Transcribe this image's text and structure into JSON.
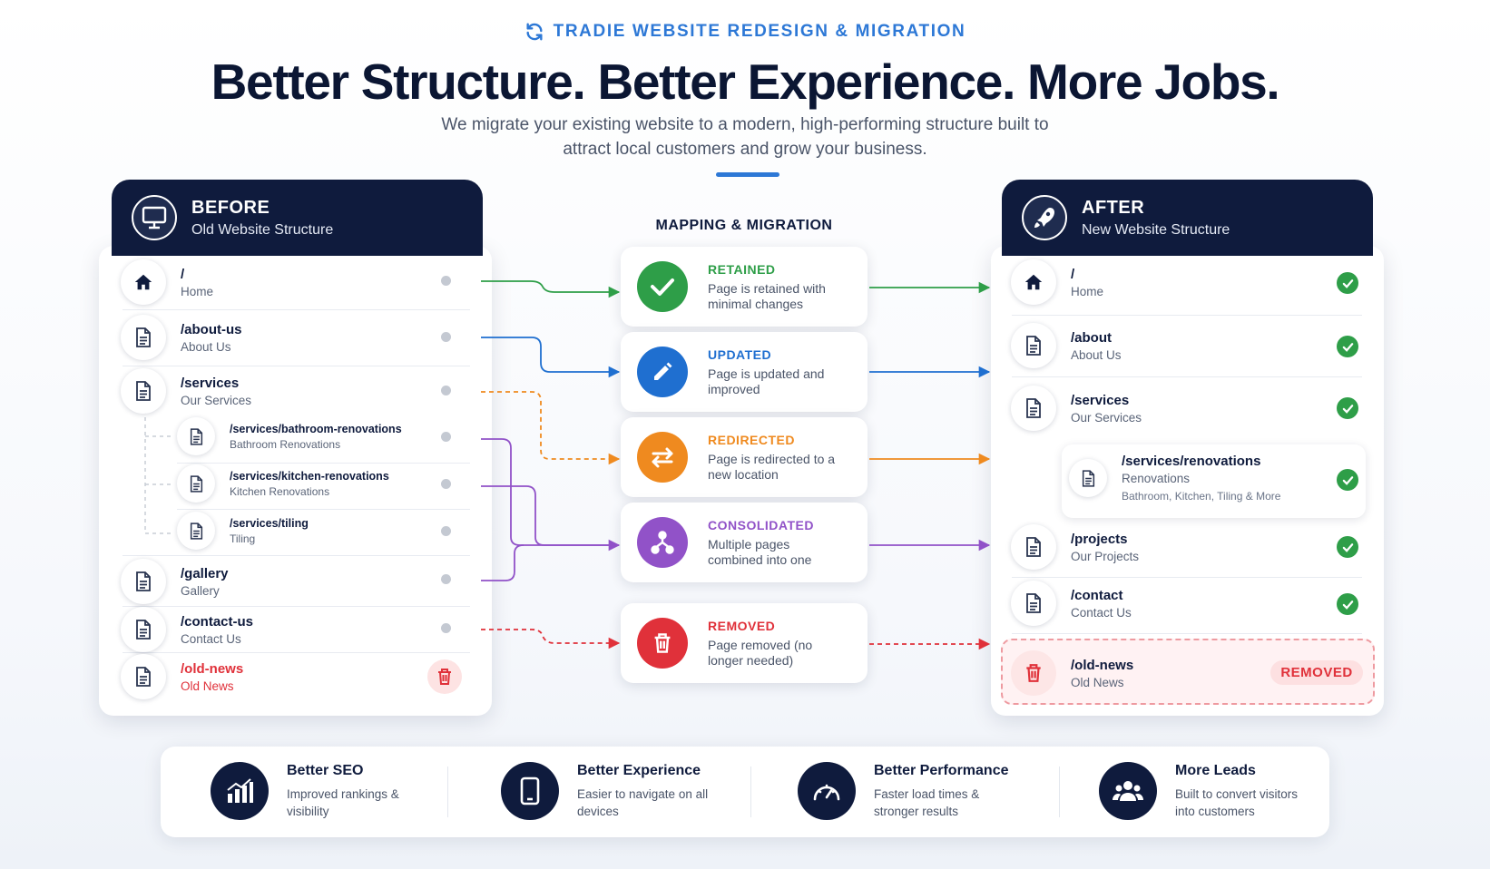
{
  "eyebrow": "TRADIE WEBSITE REDESIGN & MIGRATION",
  "headline": "Better Structure. Better Experience. More Jobs.",
  "subtitle": "We migrate your existing website to a modern, high-performing structure built to attract local customers and grow your business.",
  "before": {
    "title": "BEFORE",
    "subtitle": "Old Website Structure",
    "rows": [
      {
        "path": "/",
        "name": "Home"
      },
      {
        "path": "/about-us",
        "name": "About Us"
      },
      {
        "path": "/services",
        "name": "Our Services"
      },
      {
        "path": "/services/bathroom-renovations",
        "name": "Bathroom Renovations"
      },
      {
        "path": "/services/kitchen-renovations",
        "name": "Kitchen Renovations"
      },
      {
        "path": "/services/tiling",
        "name": "Tiling"
      },
      {
        "path": "/gallery",
        "name": "Gallery"
      },
      {
        "path": "/contact-us",
        "name": "Contact Us"
      },
      {
        "path": "/old-news",
        "name": "Old News"
      }
    ]
  },
  "mapping": {
    "title": "MAPPING & MIGRATION",
    "cards": [
      {
        "label": "RETAINED",
        "desc": "Page is retained with minimal changes",
        "color": "#2e9e48"
      },
      {
        "label": "UPDATED",
        "desc": "Page is updated and improved",
        "color": "#1f6fd0"
      },
      {
        "label": "REDIRECTED",
        "desc": "Page is redirected to a new location",
        "color": "#ef8a1f"
      },
      {
        "label": "CONSOLIDATED",
        "desc": "Multiple pages combined into one",
        "color": "#9152c8"
      },
      {
        "label": "REMOVED",
        "desc": "Page removed (no longer needed)",
        "color": "#e0313a"
      }
    ]
  },
  "after": {
    "title": "AFTER",
    "subtitle": "New Website Structure",
    "rows": [
      {
        "path": "/",
        "name": "Home"
      },
      {
        "path": "/about",
        "name": "About Us"
      },
      {
        "path": "/services",
        "name": "Our Services"
      },
      {
        "path": "/services/renovations",
        "name": "Renovations",
        "detail": "Bathroom, Kitchen, Tiling & More"
      },
      {
        "path": "/projects",
        "name": "Our Projects"
      },
      {
        "path": "/contact",
        "name": "Contact Us"
      },
      {
        "path": "/old-news",
        "name": "Old News",
        "badge": "REMOVED"
      }
    ]
  },
  "benefits": [
    {
      "title": "Better SEO",
      "desc": "Improved rankings & visibility",
      "icon": "chart-icon"
    },
    {
      "title": "Better Experience",
      "desc": "Easier to navigate on all devices",
      "icon": "mobile-icon"
    },
    {
      "title": "Better Performance",
      "desc": "Faster load times & stronger results",
      "icon": "speedometer-icon"
    },
    {
      "title": "More Leads",
      "desc": "Built to convert visitors into customers",
      "icon": "users-icon"
    }
  ]
}
